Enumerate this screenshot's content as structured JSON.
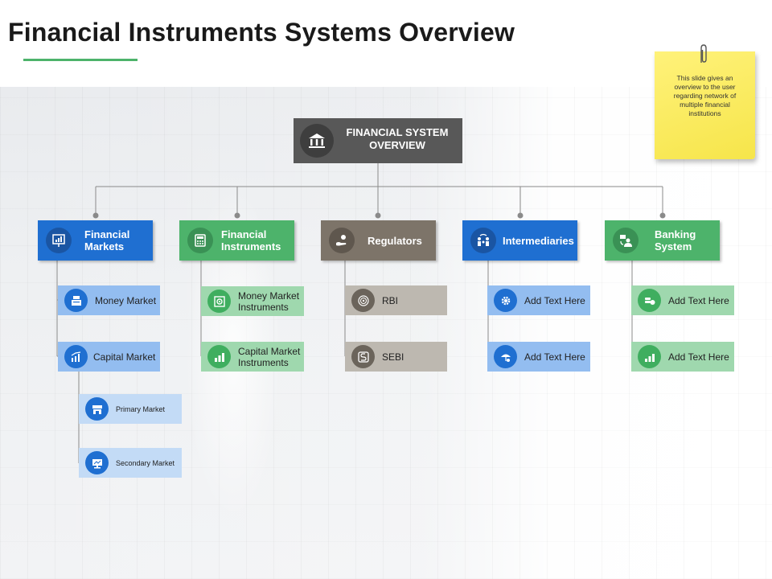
{
  "slide": {
    "title": "Financial Instruments Systems Overview",
    "note": "This slide gives an overview to the user regarding network of multiple financial institutions"
  },
  "root": {
    "label": "FINANCIAL SYSTEM OVERVIEW",
    "icon": "bank-icon"
  },
  "categories": [
    {
      "label": "Financial Markets",
      "color": "#1f6fd1",
      "icon": "presentation-chart-icon",
      "items": [
        {
          "label": "Money Market",
          "icon": "cash-register-icon"
        },
        {
          "label": "Capital Market",
          "icon": "bar-chart-icon"
        }
      ],
      "subitems": [
        {
          "label": "Primary Market",
          "icon": "storefront-icon"
        },
        {
          "label": "Secondary Market",
          "icon": "monitor-icon"
        }
      ]
    },
    {
      "label": "Financial Instruments",
      "color": "#4db36b",
      "icon": "calculator-icon",
      "items": [
        {
          "label": "Money Market Instruments",
          "icon": "safe-icon"
        },
        {
          "label": "Capital Market Instruments",
          "icon": "growth-bars-icon"
        }
      ]
    },
    {
      "label": "Regulators",
      "color": "#7d7469",
      "icon": "hand-coin-icon",
      "items": [
        {
          "label": "RBI",
          "icon": "seal-icon"
        },
        {
          "label": "SEBI",
          "icon": "sebi-logo-icon"
        }
      ]
    },
    {
      "label": "Intermediaries",
      "color": "#1f6fd1",
      "icon": "people-exchange-icon",
      "items": [
        {
          "label": "Add Text Here",
          "icon": "gear-icon"
        },
        {
          "label": "Add Text Here",
          "icon": "umbrella-coin-icon"
        }
      ]
    },
    {
      "label": "Banking System",
      "color": "#4db36b",
      "icon": "banker-icon",
      "items": [
        {
          "label": "Add Text Here",
          "icon": "money-stack-icon"
        },
        {
          "label": "Add Text Here",
          "icon": "coin-stacks-icon"
        }
      ]
    }
  ]
}
